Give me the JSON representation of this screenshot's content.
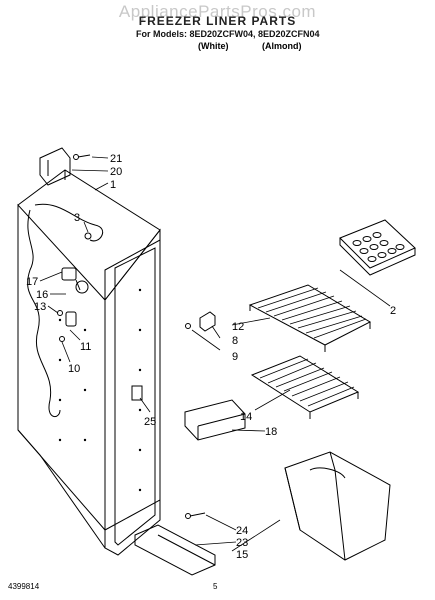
{
  "header": {
    "watermark": "AppliancePartsPros.com",
    "title": "FREEZER LINER PARTS",
    "models_line": "For Models: 8ED20ZCFW04, 8ED20ZCFN04",
    "variant_white": "(White)",
    "variant_almond": "(Almond)"
  },
  "callouts": [
    "21",
    "20",
    "1",
    "3",
    "17",
    "16",
    "13",
    "11",
    "10",
    "2",
    "12",
    "8",
    "9",
    "14",
    "18",
    "25",
    "24",
    "23",
    "15"
  ],
  "footer": {
    "doc_number": "4399814",
    "page": "5"
  }
}
